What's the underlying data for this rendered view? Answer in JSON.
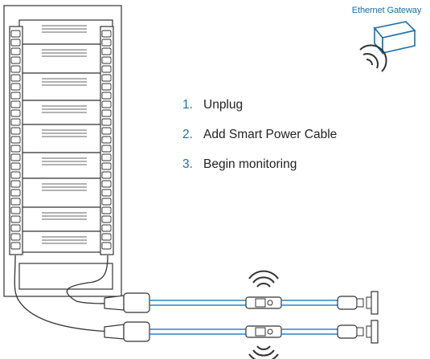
{
  "gateway": {
    "label": "Ethernet Gateway"
  },
  "steps": [
    {
      "number": "1.",
      "text": "Unplug"
    },
    {
      "number": "2.",
      "text": "Add Smart Power Cable"
    },
    {
      "number": "3.",
      "text": "Begin monitoring"
    }
  ],
  "colors": {
    "accent": "#1b6ea8",
    "line": "#333333",
    "cable": "#2a84c6"
  }
}
